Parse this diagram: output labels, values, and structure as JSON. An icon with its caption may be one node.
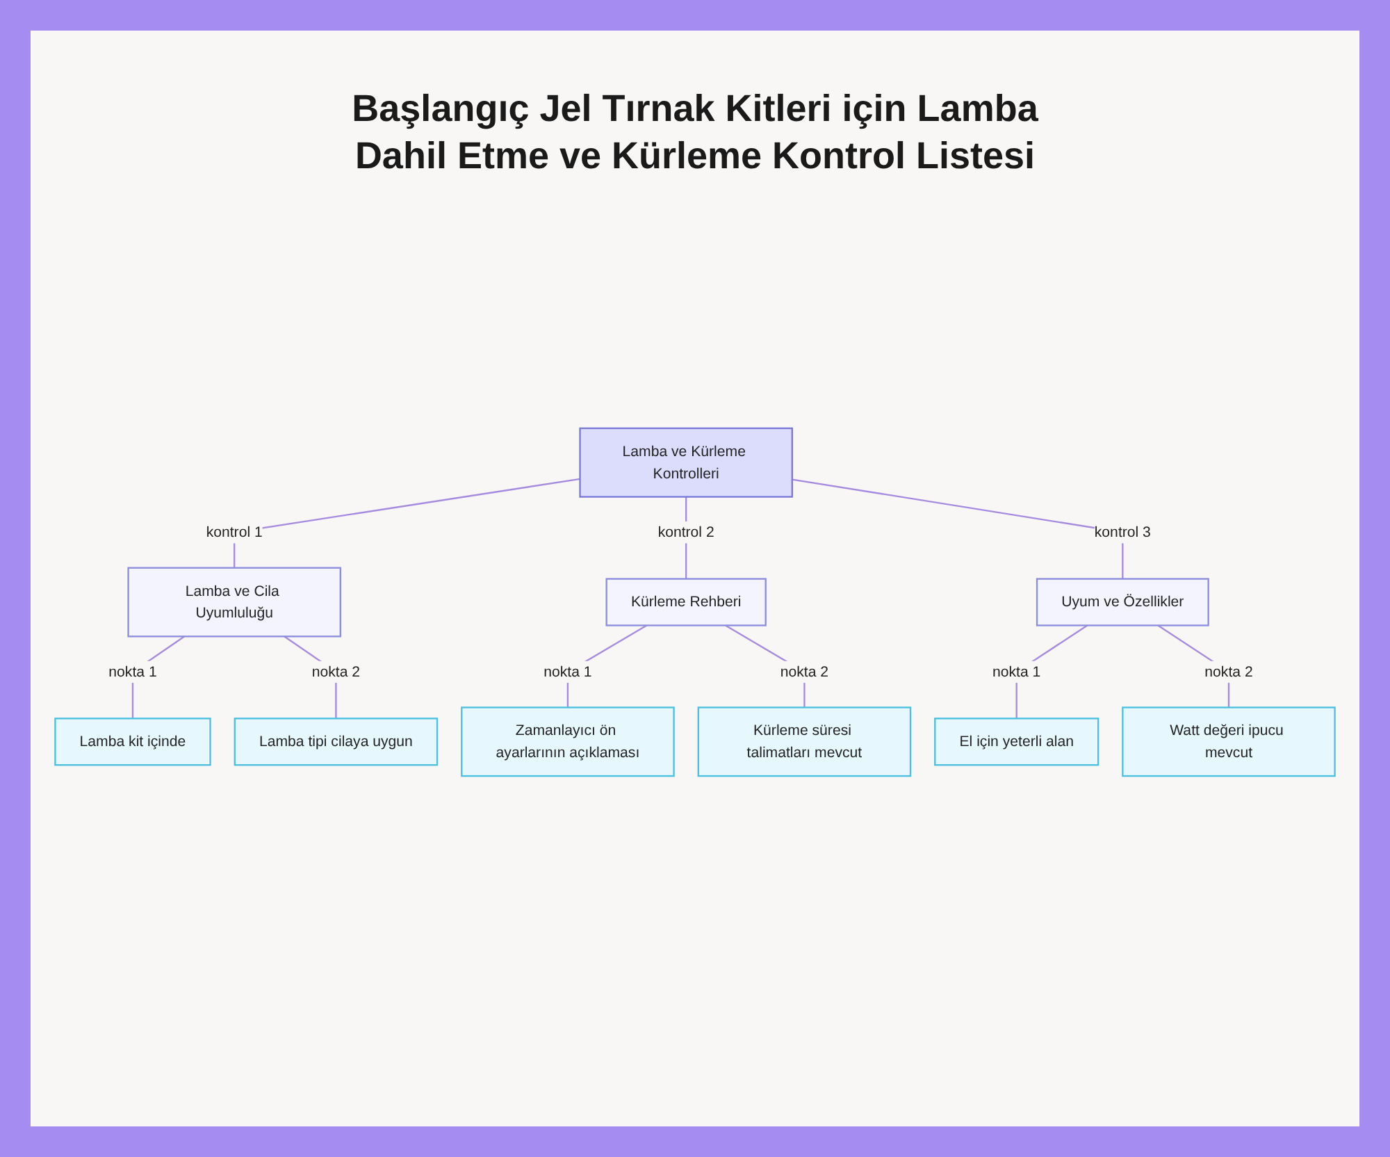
{
  "diagram": {
    "title": "Başlangıç Jel Tırnak Kitleri için Lamba Dahil Etme ve Kürleme Kontrol Listesi",
    "nodes": [
      {
        "text": [
          "Lamba ve Kürleme Kontrolleri"
        ]
      },
      {
        "text": [
          "Lamba ve Cila Uyumluluğu"
        ]
      },
      {
        "text": [
          "Kürleme Rehberi"
        ]
      },
      {
        "text": [
          "Uyum ve Özellikler"
        ]
      },
      {
        "text": [
          "Lamba kit içinde"
        ]
      },
      {
        "text": [
          "Lamba tipi cilaya uygun"
        ]
      },
      {
        "text": [
          "Zamanlayıcı ön ayarlarının açıklaması"
        ]
      },
      {
        "text": [
          "Kürleme süresi talimatları mevcut"
        ]
      },
      {
        "text": [
          "El için yeterli alan"
        ]
      },
      {
        "text": [
          "Watt değeri ipucu mevcut"
        ]
      }
    ],
    "edges": [
      {
        "from": 0,
        "to": 1,
        "arrow": "none",
        "label": "kontrol 1"
      },
      {
        "from": 0,
        "to": 2,
        "arrow": "none",
        "label": "kontrol 2"
      },
      {
        "from": 0,
        "to": 3,
        "arrow": "none",
        "label": "kontrol 3"
      },
      {
        "from": 1,
        "to": 4,
        "arrow": "none",
        "label": "nokta 1"
      },
      {
        "from": 1,
        "to": 5,
        "arrow": "none",
        "label": "nokta 2"
      },
      {
        "from": 2,
        "to": 6,
        "arrow": "none",
        "label": "nokta 1"
      },
      {
        "from": 2,
        "to": 7,
        "arrow": "none",
        "label": "nokta 2"
      },
      {
        "from": 3,
        "to": 8,
        "arrow": "none",
        "label": "nokta 1"
      },
      {
        "from": 3,
        "to": 9,
        "arrow": "none",
        "label": "nokta 2"
      }
    ]
  }
}
